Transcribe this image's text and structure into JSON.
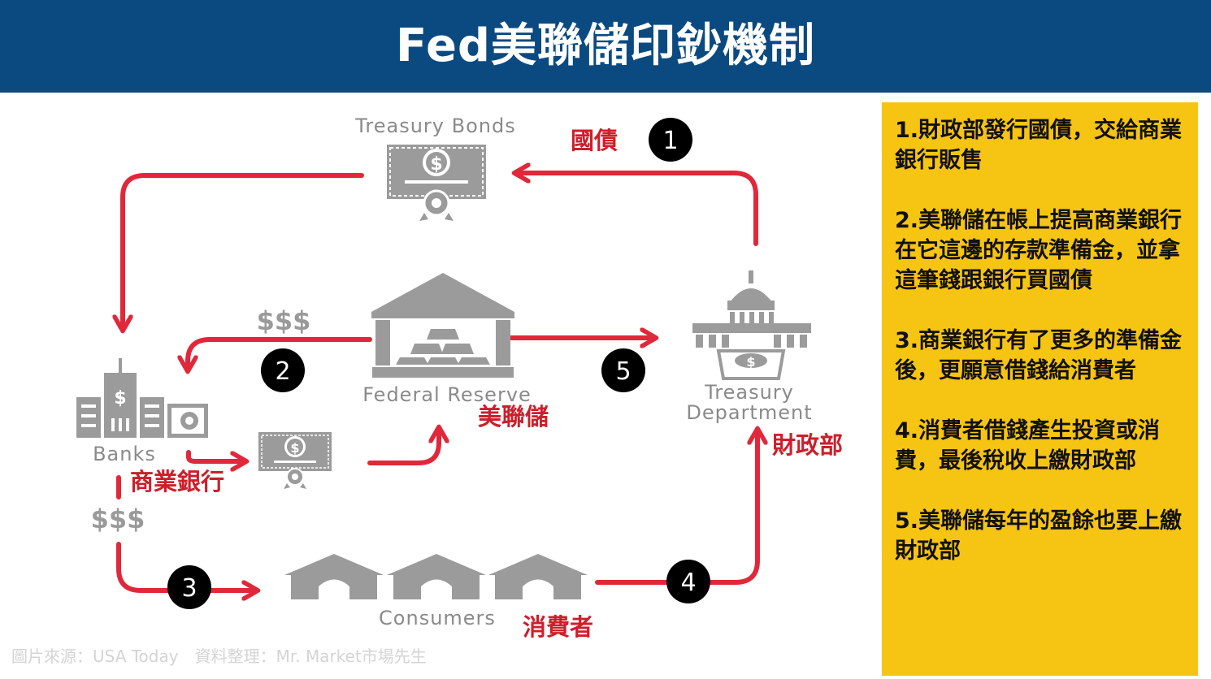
{
  "title": "Fed美聯儲印鈔機制",
  "nodes": {
    "treasury_bonds": {
      "en": "Treasury Bonds",
      "zh": "國債"
    },
    "federal_reserve": {
      "en": "Federal Reserve",
      "zh": "美聯儲"
    },
    "treasury_department": {
      "en_line1": "Treasury",
      "en_line2": "Department",
      "zh": "財政部"
    },
    "banks": {
      "en": "Banks",
      "zh": "商業銀行"
    },
    "consumers": {
      "en": "Consumers",
      "zh": "消費者"
    }
  },
  "money_labels": {
    "fed_to_banks": "$$$",
    "banks_to_consumers": "$$$"
  },
  "step_markers": [
    "1",
    "2",
    "3",
    "4",
    "5"
  ],
  "steps": [
    "1.財政部發行國債，交給商業銀行販售",
    "2.美聯儲在帳上提高商業銀行在它這邊的存款準備金，並拿這筆錢跟銀行買國債",
    "3.商業銀行有了更多的準備金後，更願意借錢給消費者",
    "4.消費者借錢產生投資或消費，最後稅收上繳財政部",
    "5.美聯儲每年的盈餘也要上繳財政部"
  ],
  "source_note": "圖片來源：USA Today　資料整理：Mr. Market市場先生",
  "colors": {
    "header": "#0b4a80",
    "arrow": "#e0283a",
    "icon": "#9b9b9b",
    "sidebar": "#f6c412",
    "label_zh": "#cc1f2b"
  }
}
